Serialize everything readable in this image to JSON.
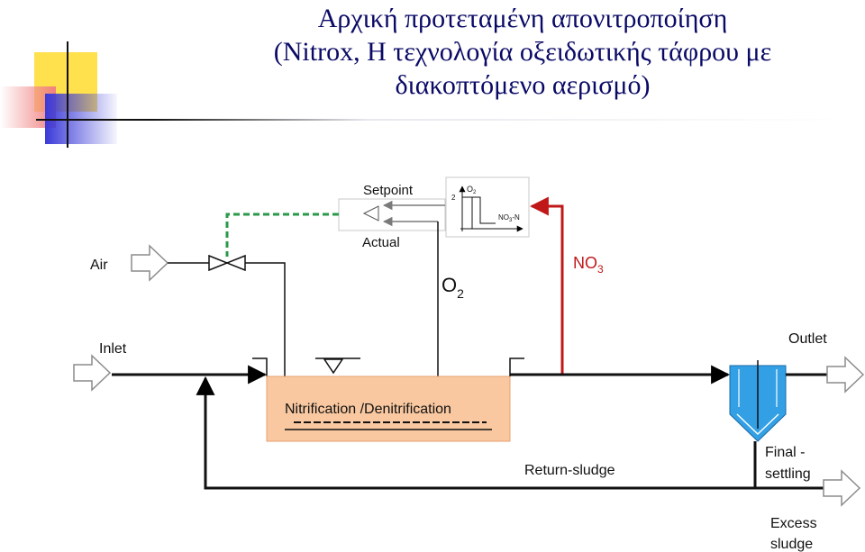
{
  "slide": {
    "title_lines": [
      "Αρχική προτεταμένη απονιτροποίηση",
      "(Nitrox, Η τεχνολογία οξειδωτικής τάφρου με",
      "διακοπτόμενο αερισμό)"
    ]
  },
  "diagram": {
    "labels": {
      "setpoint": "Setpoint",
      "actual": "Actual",
      "air": "Air",
      "inlet": "Inlet",
      "outlet": "Outlet",
      "o2": "O",
      "o2_sub": "2",
      "no3": "NO",
      "no3_sub": "3",
      "tank": "Nitrification /Denitrification",
      "final_line1": "Final -",
      "final_line2": "settling",
      "return_sludge": "Return-sludge",
      "excess_line1": "Excess",
      "excess_line2": "sludge"
    },
    "controller_graph": {
      "y_label": "O",
      "y_label_sub": "2",
      "x_label": "NO",
      "x_label_sub": "3",
      "x_label_suffix": "-N"
    },
    "colors": {
      "title": "#0a0a66",
      "tank_fill": "#f9c8a0",
      "clarifier_fill": "#33a0e6",
      "control_line": "#2a9a4a",
      "nitrate_line": "#c01818",
      "arrow_outline": "#8c8c8c"
    }
  }
}
